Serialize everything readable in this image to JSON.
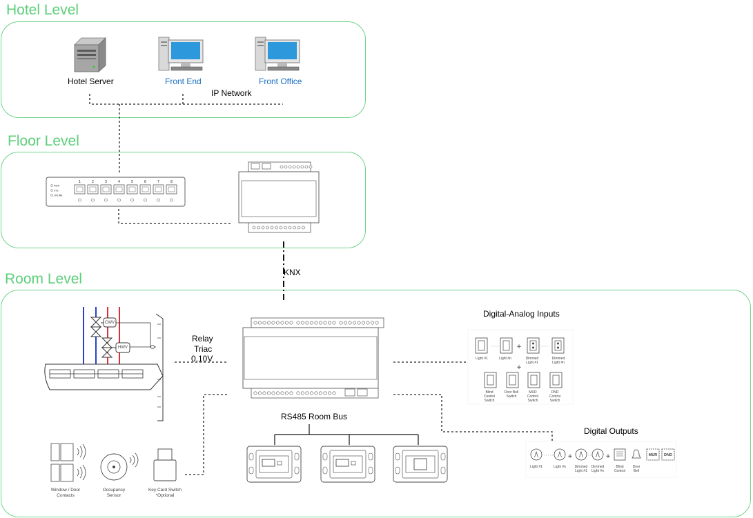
{
  "levels": {
    "hotel": "Hotel Level",
    "floor": "Floor Level",
    "room": "Room Level"
  },
  "hotel": {
    "server": "Hotel Server",
    "front_end": "Front End",
    "front_office": "Front Office",
    "network": "IP Network"
  },
  "links": {
    "knx": "KNX",
    "relay": "Relay",
    "triac": "Triac",
    "analog": "0.10V",
    "rs485": "RS485 Room Bus"
  },
  "switch_ports": [
    "1",
    "2",
    "3",
    "4",
    "5",
    "6",
    "7",
    "8"
  ],
  "switch_leds": [
    "PWR",
    "SYS",
    "UPLINK"
  ],
  "hvac": {
    "cwv": "CWV",
    "hwv": "HWV"
  },
  "inputs": {
    "title": "Digital-Analog Inputs",
    "row1": [
      "Light #1",
      "Light #n",
      "Dimmed Light #1",
      "Dimmed Light #n"
    ],
    "row2": [
      "Blind Control Switch",
      "Door Bell Switch",
      "MUR Control Switch",
      "DND Control Switch"
    ]
  },
  "outputs": {
    "title": "Digital Outputs",
    "items": [
      "Light #1",
      "Light #n",
      "Dimmed Light #1",
      "Dimmed Light #n",
      "Blind Control",
      "Door Bell"
    ],
    "badges": [
      "MUR",
      "DND"
    ]
  },
  "sensors": {
    "window": "Window / Door Contacts",
    "occupancy": "Occupancy Sensor",
    "keycard": "Key Card Switch",
    "keycard_note": "*Optional"
  },
  "colors": {
    "accent": "#5ccf7a",
    "link_blue": "#1a6fc2",
    "cold_pipe": "#2b3fc7",
    "hot_pipe": "#d9303a"
  }
}
